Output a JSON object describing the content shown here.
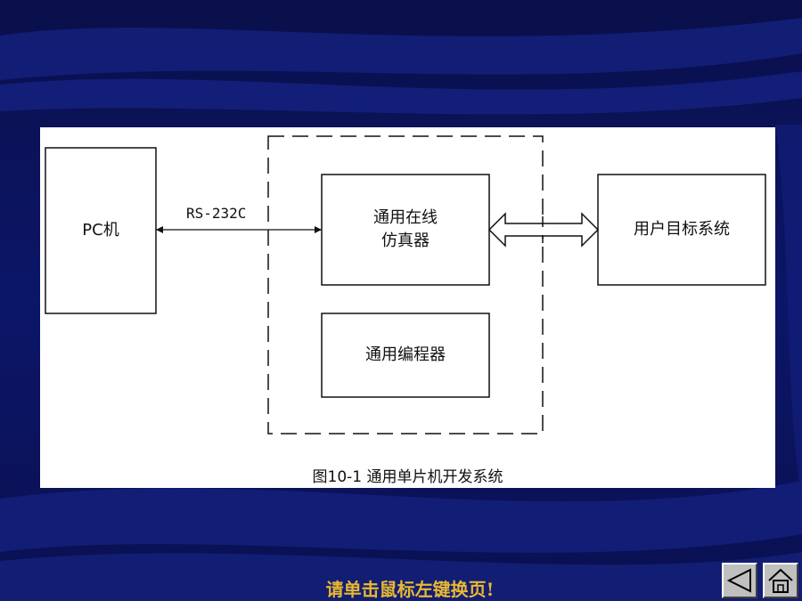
{
  "diagram": {
    "boxes": {
      "pc": "PC机",
      "emulator": "通用在线\n仿真器",
      "programmer": "通用编程器",
      "target": "用户目标系统"
    },
    "links": {
      "serial": "RS-232C"
    },
    "caption": "图10-1 通用单片机开发系统"
  },
  "footer": {
    "hint": "请单击鼠标左键换页!"
  },
  "nav": {
    "prev_icon": "triangle-left-icon",
    "home_icon": "home-icon"
  },
  "colors": {
    "background": "#0c1460",
    "hint_text": "#e8b830"
  }
}
